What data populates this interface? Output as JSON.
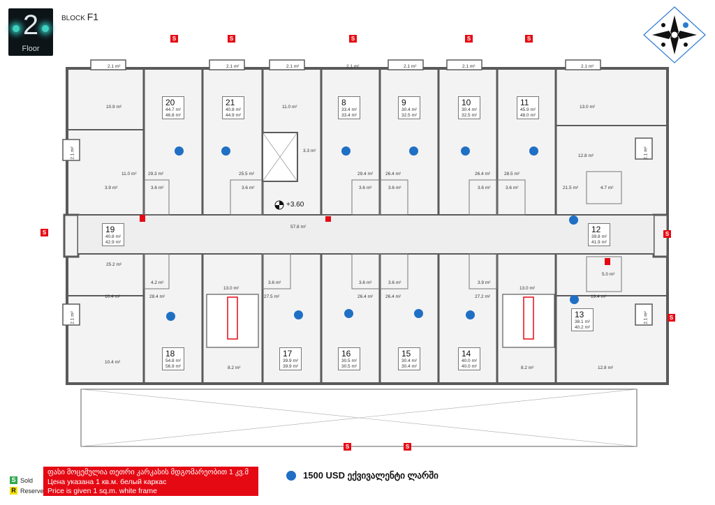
{
  "header": {
    "floor_number": "2",
    "floor_label": "Floor",
    "block_prefix": "BLOCK",
    "block_name": "F1"
  },
  "colors": {
    "sold": "#e50914",
    "reserved": "#f2e000",
    "available_marker": "#1f6fc5",
    "wall": "#5a5a5a",
    "floor": "#f3f3f3"
  },
  "plan": {
    "elevation": "+3.60",
    "corridor_area": "57.8 m²",
    "units": [
      {
        "number": "20",
        "areas": [
          "44.7 m²",
          "46.8 m²"
        ]
      },
      {
        "number": "21",
        "areas": [
          "40.8 m²",
          "44.9 m²"
        ]
      },
      {
        "number": "8",
        "areas": [
          "33.4 m²",
          "33.4 m²"
        ]
      },
      {
        "number": "9",
        "areas": [
          "30.4 m²",
          "32.5 m²"
        ]
      },
      {
        "number": "10",
        "areas": [
          "30.4 m²",
          "32.5 m²"
        ]
      },
      {
        "number": "11",
        "areas": [
          "45.9 m²",
          "48.0 m²"
        ]
      },
      {
        "number": "19",
        "areas": [
          "40.8 m²",
          "42.9 m²"
        ]
      },
      {
        "number": "12",
        "areas": [
          "39.8 m²",
          "41.9 m²"
        ]
      },
      {
        "number": "18",
        "areas": [
          "54.8 m²",
          "56.9 m²"
        ]
      },
      {
        "number": "17",
        "areas": [
          "39.9 m²",
          "39.9 m²"
        ]
      },
      {
        "number": "16",
        "areas": [
          "30.5 m²",
          "30.5 m²"
        ]
      },
      {
        "number": "15",
        "areas": [
          "30.4 m²",
          "30.4 m²"
        ]
      },
      {
        "number": "14",
        "areas": [
          "40.0 m²",
          "40.0 m²"
        ]
      },
      {
        "number": "13",
        "areas": [
          "38.1 m²",
          "40.2 m²"
        ]
      }
    ],
    "rooms": [
      "10.9 m²",
      "11.0 m²",
      "29.3 m²",
      "3.9 m²",
      "3.6 m²",
      "25.5 m²",
      "3.6 m²",
      "11.0 m²",
      "3.3 m²",
      "29.4 m²",
      "26.4 m²",
      "3.6 m²",
      "3.6 m²",
      "26.4 m²",
      "28.5 m²",
      "3.6 m²",
      "3.6 m²",
      "13.0 m²",
      "12.8 m²",
      "21.5 m²",
      "4.7 m²",
      "25.2 m²",
      "4.2 m²",
      "10.4 m²",
      "28.4 m²",
      "13.0 m²",
      "3.6 m²",
      "27.5 m²",
      "3.6 m²",
      "3.6 m²",
      "26.4 m²",
      "26.4 m²",
      "3.9 m²",
      "27.2 m²",
      "13.0 m²",
      "5.0 m²",
      "19.4 m²",
      "10.4 m²",
      "8.2 m²",
      "8.2 m²",
      "12.8 m²"
    ],
    "balconies": [
      "2.1 m²",
      "2.1 m²",
      "2.1 m²",
      "2.1 m²",
      "2.1 m²",
      "2.1 m²",
      "2.1 m²",
      "2.1 m²",
      "2.1 m²",
      "2.1 m²",
      "2.1 m²"
    ]
  },
  "legend": {
    "sold_letter": "S",
    "sold_label": "Sold",
    "reserved_letter": "R",
    "reserved_label": "Reserved",
    "price_lines": [
      "ფასი მოცემულია თეთრი კარკასის მდგომარეობით 1 კვ.მ",
      "Цена указана 1 кв.м. белый каркас",
      "Price is given 1 sq.m. white frame"
    ],
    "available_note": "1500 USD ექვივალენტი ლარში"
  },
  "icons": {
    "compass": "compass-icon",
    "stairs": "stairs-icon",
    "elevator": "elevator-icon",
    "elevation_marker": "level-marker-icon"
  }
}
